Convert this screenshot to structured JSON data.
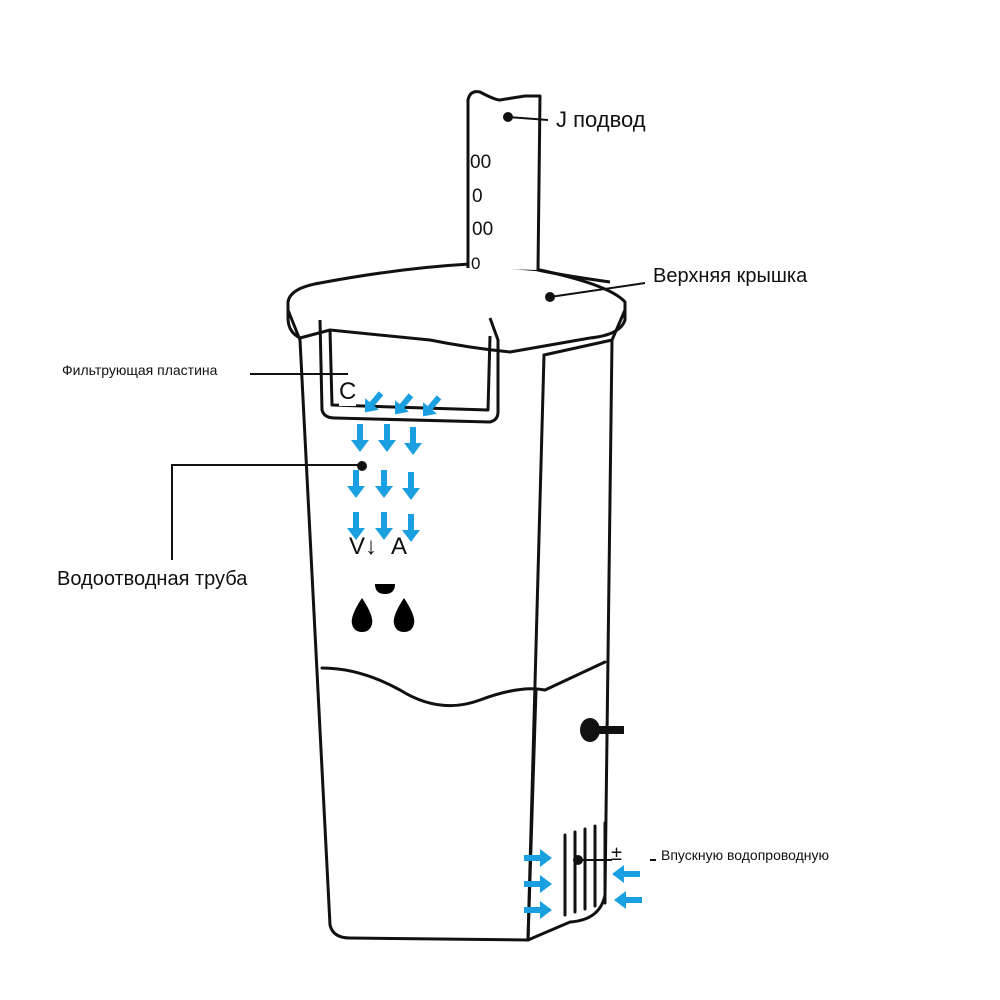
{
  "labels": {
    "inlet_top": "J подвод",
    "top_cover": "Верхняя крышка",
    "filter_plate": "Фильтрующая пластина",
    "drain_pipe": "Водоотводная труба",
    "intake": "Впускную водопроводную",
    "intake_symbol": "±",
    "mark_c": "C",
    "mark_v": "V↓",
    "mark_a": "A"
  },
  "scale_marks": [
    "00",
    "0",
    "00",
    "0"
  ],
  "colors": {
    "outline": "#111111",
    "flow_arrow": "#1a9fe0",
    "water_drop": "#000000",
    "background": "#ffffff"
  },
  "icons": [
    "down-arrow-icon",
    "right-arrow-icon",
    "left-arrow-icon",
    "water-drop-icon"
  ]
}
